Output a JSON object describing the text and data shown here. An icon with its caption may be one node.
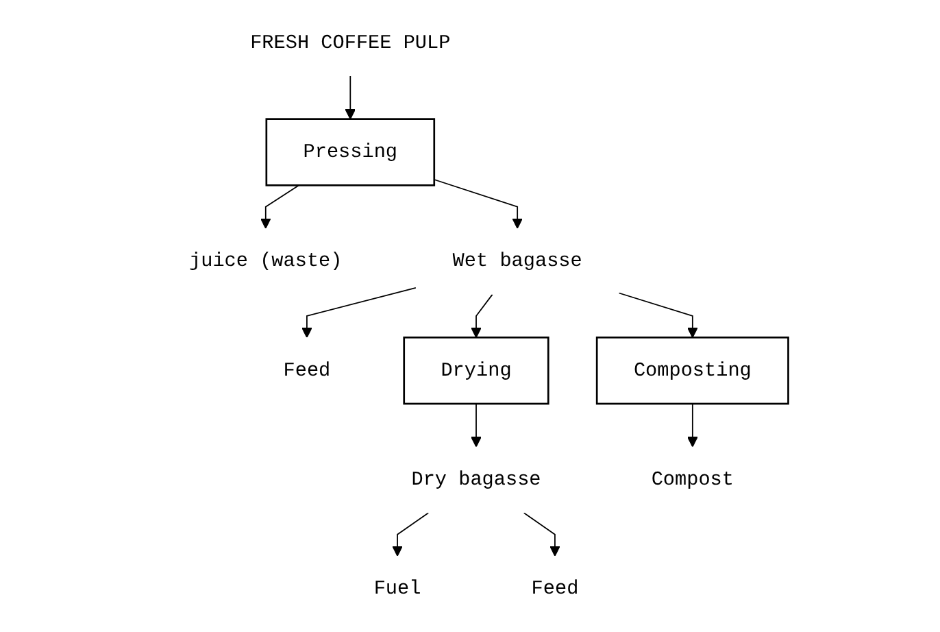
{
  "diagram": {
    "nodes": [
      {
        "text": [
          "FRESH COFFEE PULP"
        ]
      },
      {
        "text": [
          "Pressing"
        ]
      },
      {
        "text": [
          "juice (waste)"
        ]
      },
      {
        "text": [
          "Wet bagasse"
        ]
      },
      {
        "text": [
          "Feed"
        ]
      },
      {
        "text": [
          "Drying"
        ]
      },
      {
        "text": [
          "Dry bagasse"
        ]
      },
      {
        "text": [
          "Fuel"
        ]
      },
      {
        "text": [
          "Feed"
        ]
      },
      {
        "text": [
          "Composting"
        ]
      },
      {
        "text": [
          "Compost"
        ]
      }
    ],
    "edges": [
      {
        "from": 0,
        "to": 1,
        "arrow": "to"
      },
      {
        "from": 1,
        "to": 2,
        "arrow": "to"
      },
      {
        "from": 1,
        "to": 3,
        "arrow": "to"
      },
      {
        "from": 3,
        "to": 4,
        "arrow": "to"
      },
      {
        "from": 3,
        "to": 5,
        "arrow": "to"
      },
      {
        "from": 5,
        "to": 6,
        "arrow": "to"
      },
      {
        "from": 6,
        "to": 7,
        "arrow": "to"
      },
      {
        "from": 6,
        "to": 8,
        "arrow": "to"
      },
      {
        "from": 3,
        "to": 9,
        "arrow": "to"
      },
      {
        "from": 9,
        "to": 10,
        "arrow": "to"
      }
    ]
  }
}
